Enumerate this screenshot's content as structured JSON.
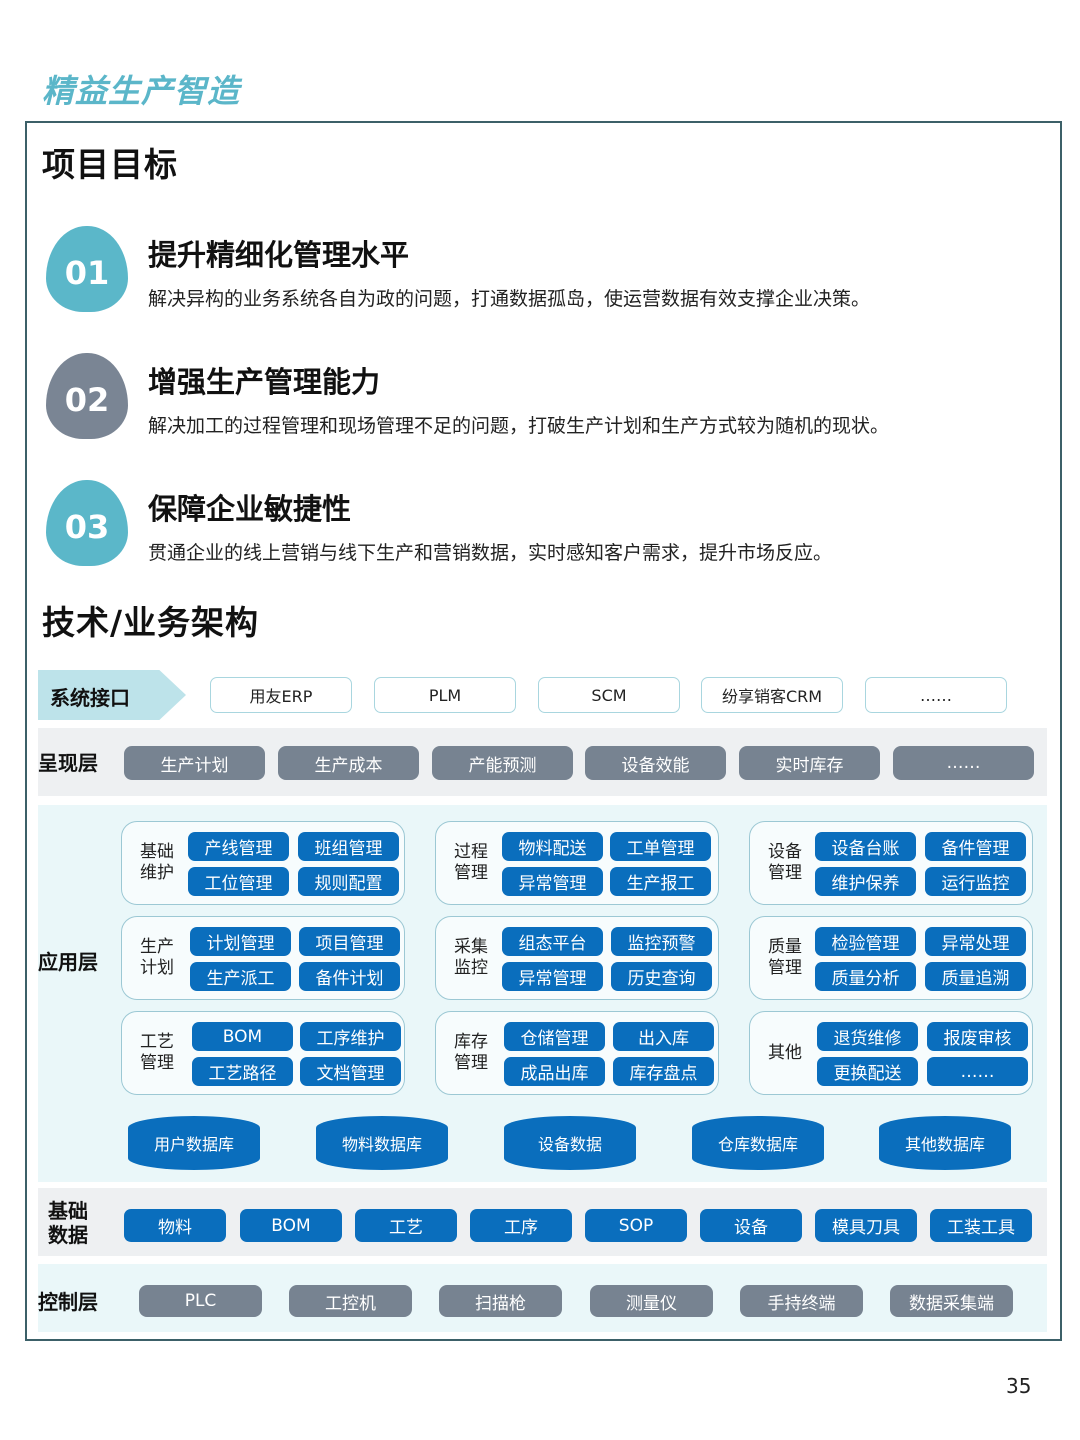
{
  "brand_title": "精益生产智造",
  "goals_section": {
    "title": "项目目标",
    "items": [
      {
        "number": "01",
        "title": "提升精细化管理水平",
        "desc": "解决异构的业务系统各自为政的问题，打通数据孤岛，使运营数据有效支撑企业决策。",
        "color": "#5bb7c9"
      },
      {
        "number": "02",
        "title": "增强生产管理能力",
        "desc": "解决加工的过程管理和现场管理不足的问题，打破生产计划和生产方式较为随机的现状。",
        "color": "#7a8594"
      },
      {
        "number": "03",
        "title": "保障企业敏捷性",
        "desc": "贯通企业的线上营销与线下生产和营销数据，实时感知客户需求，提升市场反应。",
        "color": "#5bb7c9"
      }
    ]
  },
  "architecture": {
    "title": "技术/业务架构",
    "system_interface": {
      "label": "系统接口",
      "items": [
        "用友ERP",
        "PLM",
        "SCM",
        "纷享销客CRM",
        "……"
      ]
    },
    "presentation_layer": {
      "label": "呈现层",
      "items": [
        "生产计划",
        "生产成本",
        "产能预测",
        "设备效能",
        "实时库存",
        "……"
      ]
    },
    "application_layer": {
      "label": "应用层",
      "groups": [
        {
          "name": "基础维护",
          "items": [
            "产线管理",
            "班组管理",
            "工位管理",
            "规则配置"
          ]
        },
        {
          "name": "过程管理",
          "items": [
            "物料配送",
            "工单管理",
            "异常管理",
            "生产报工"
          ]
        },
        {
          "name": "设备管理",
          "items": [
            "设备台账",
            "备件管理",
            "维护保养",
            "运行监控"
          ]
        },
        {
          "name": "生产计划",
          "items": [
            "计划管理",
            "项目管理",
            "生产派工",
            "备件计划"
          ]
        },
        {
          "name": "采集监控",
          "items": [
            "组态平台",
            "监控预警",
            "异常管理",
            "历史查询"
          ]
        },
        {
          "name": "质量管理",
          "items": [
            "检验管理",
            "异常处理",
            "质量分析",
            "质量追溯"
          ]
        },
        {
          "name": "工艺管理",
          "items": [
            "BOM",
            "工序维护",
            "工艺路径",
            "文档管理"
          ]
        },
        {
          "name": "库存管理",
          "items": [
            "仓储管理",
            "出入库",
            "成品出库",
            "库存盘点"
          ]
        },
        {
          "name": "其他",
          "items": [
            "退货维修",
            "报废审核",
            "更换配送",
            "……"
          ]
        }
      ],
      "databases": [
        "用户数据库",
        "物料数据库",
        "设备数据",
        "仓库数据库",
        "其他数据库"
      ]
    },
    "base_data": {
      "label": "基础数据",
      "items": [
        "物料",
        "BOM",
        "工艺",
        "工序",
        "SOP",
        "设备",
        "模具刀具",
        "工装工具"
      ]
    },
    "control_layer": {
      "label": "控制层",
      "items": [
        "PLC",
        "工控机",
        "扫描枪",
        "测量仪",
        "手持终端",
        "数据采集端"
      ]
    }
  },
  "colors": {
    "brand": "#5bb6c9",
    "blue": "#0a6ebd",
    "gray": "#778391",
    "frame": "#3c6068"
  },
  "page_number": "35"
}
